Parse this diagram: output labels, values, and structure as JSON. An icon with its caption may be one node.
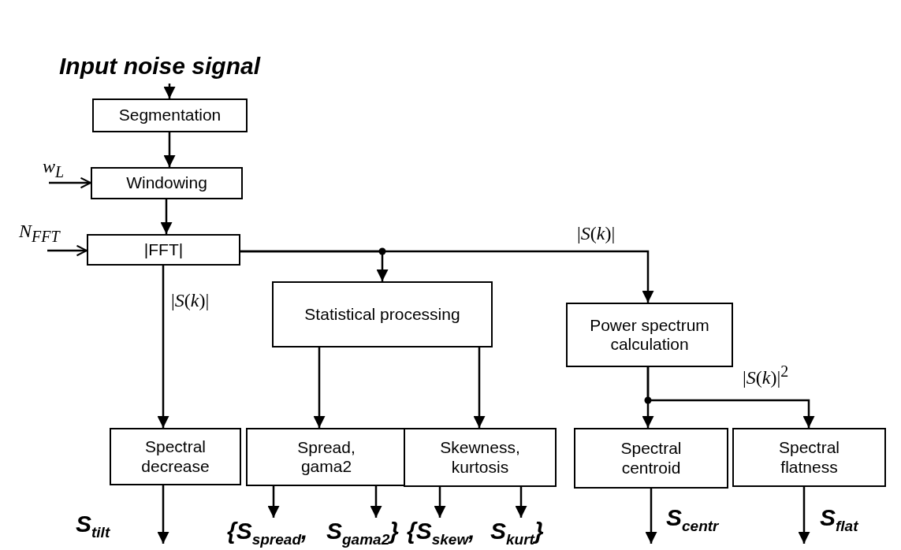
{
  "diagram": {
    "nodes": [
      {
        "text": [
          "Input noise signal"
        ]
      },
      {
        "text": [
          "Segmentation"
        ]
      },
      {
        "text": [
          "Windowing"
        ]
      },
      {
        "text": [
          "|FFT|"
        ]
      },
      {
        "text": [
          "Statistical processing"
        ]
      },
      {
        "text": [
          "Power spectrum calculation"
        ]
      },
      {
        "text": [
          "Spectral decrease"
        ]
      },
      {
        "text": [
          "Spread, gama2"
        ]
      },
      {
        "text": [
          "Skewness, kurtosis"
        ]
      },
      {
        "text": [
          "Spectral centroid"
        ]
      },
      {
        "text": [
          "Spectral flatness"
        ]
      },
      {
        "text": [
          "{S$_{spread}$,"
        ]
      },
      {
        "text": [
          "S$_{gama2}$}"
        ]
      },
      {
        "text": [
          "{S$_{skew}$,"
        ]
      },
      {
        "text": [
          "S$_{kurt}$}"
        ]
      }
    ],
    "edges": [
      {
        "from": 0,
        "to": 1,
        "arrow": "to"
      },
      {
        "from": 1,
        "to": 2,
        "arrow": "to"
      },
      {
        "from": 2,
        "to": 3,
        "arrow": "to"
      },
      {
        "from": null,
        "to": 2,
        "arrow": "to",
        "label": "w$_{L}$"
      },
      {
        "from": null,
        "to": 3,
        "arrow": "to",
        "label": "N$_{FFT}$"
      },
      {
        "from": 3,
        "to": 6,
        "arrow": "to",
        "label": "|*S*(*k*)|"
      },
      {
        "from": 3,
        "to": 4,
        "arrow": "to"
      },
      {
        "from": 3,
        "to": 5,
        "arrow": "to",
        "label": "|*S*(*k*)|"
      },
      {
        "from": 4,
        "to": 7,
        "arrow": "to"
      },
      {
        "from": 4,
        "to": 8,
        "arrow": "to"
      },
      {
        "from": 5,
        "to": 9,
        "arrow": "to"
      },
      {
        "from": 5,
        "to": 10,
        "arrow": "to",
        "label": "|*S*(*k*)|$^{2}$"
      },
      {
        "from": 6,
        "to": null,
        "arrow": "to"
      },
      {
        "from": 7,
        "to": 11,
        "arrow": "to"
      },
      {
        "from": 7,
        "to": 12,
        "arrow": "to"
      },
      {
        "from": 8,
        "to": 13,
        "arrow": "to"
      },
      {
        "from": 8,
        "to": 14,
        "arrow": "to"
      },
      {
        "from": 9,
        "to": null,
        "arrow": "to"
      },
      {
        "from": 10,
        "to": null,
        "arrow": "to"
      }
    ],
    "labels": [
      "S$_{tilt}$",
      "S$_{centr}$",
      "S$_{flat}$"
    ]
  }
}
